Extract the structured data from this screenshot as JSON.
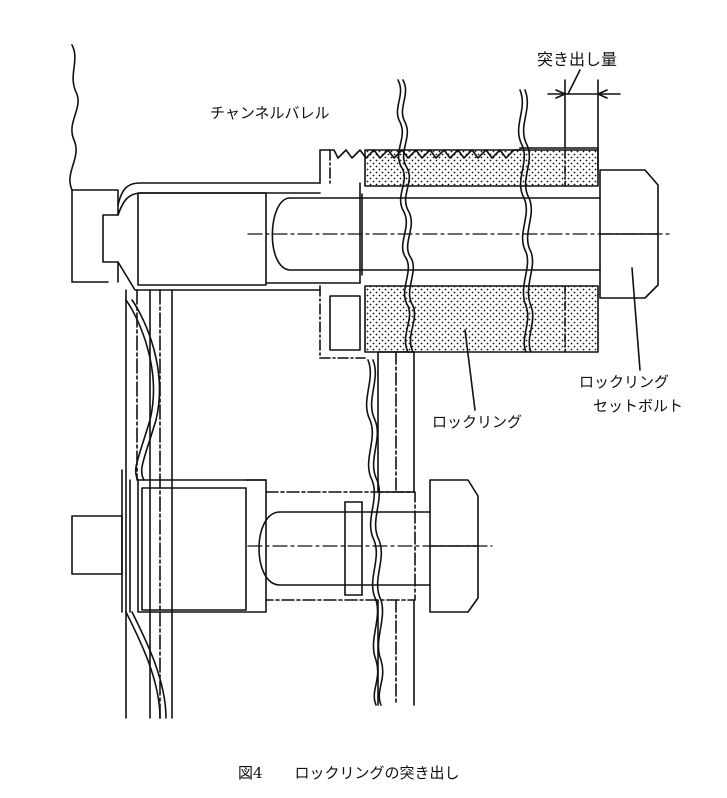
{
  "labels": {
    "protrusion_amount": "突き出し量",
    "channel_barrel": "チャンネルバレル",
    "locking_ring": "ロックリング",
    "set_bolt_line1": "ロックリング",
    "set_bolt_line2": "セットボルト"
  },
  "caption": {
    "figure_no": "図4",
    "title": "ロックリングの突き出し"
  },
  "colors": {
    "line": "#111111",
    "background": "#ffffff"
  }
}
